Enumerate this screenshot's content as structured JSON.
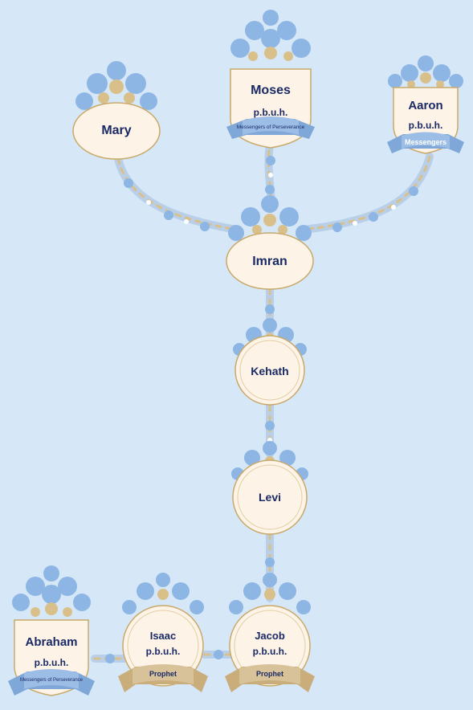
{
  "colors": {
    "background": "#d6e7f7",
    "frame_fill": "#fdf3e6",
    "frame_stroke": "#c9a96a",
    "ribbon_blue": "#7fa8d8",
    "ribbon_gold": "#d8c29a",
    "text": "#1a2a66",
    "floral_blue": "#8db6e4",
    "floral_gold": "#d9c08a"
  },
  "nodes": {
    "mary": {
      "name": "Mary"
    },
    "moses": {
      "name": "Moses",
      "honorific": "p.b.u.h.",
      "ribbon": "Messengers of Perseverance"
    },
    "aaron": {
      "name": "Aaron",
      "honorific": "p.b.u.h.",
      "ribbon": "Messengers"
    },
    "imran": {
      "name": "Imran"
    },
    "kehath": {
      "name": "Kehath"
    },
    "levi": {
      "name": "Levi"
    },
    "abraham": {
      "name": "Abraham",
      "honorific": "p.b.u.h.",
      "ribbon": "Messengers of Perseverance"
    },
    "isaac": {
      "name": "Isaac",
      "honorific": "p.b.u.h.",
      "ribbon": "Prophet"
    },
    "jacob": {
      "name": "Jacob",
      "honorific": "p.b.u.h.",
      "ribbon": "Prophet"
    }
  }
}
